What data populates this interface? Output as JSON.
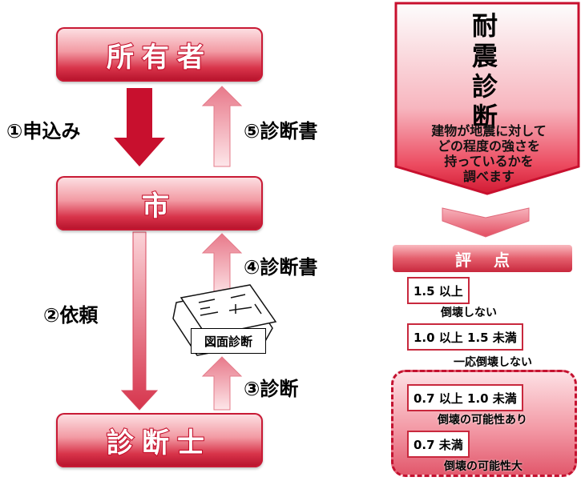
{
  "parties": {
    "owner": "所有者",
    "city": "市",
    "diagnostician": "診断士"
  },
  "steps": {
    "step1": "①申込み",
    "step2": "②依頼",
    "step3": "③診断",
    "step4": "④診断書",
    "step5": "⑤診断書"
  },
  "plan_label": "図面診断",
  "banner": {
    "title_chars": [
      "耐",
      "震",
      "診",
      "断"
    ],
    "subtitle_lines": [
      "建物が地震に対して",
      "どの程度の強さを",
      "持っているかを",
      "調べます"
    ]
  },
  "rating": {
    "header": "評点",
    "levels": [
      {
        "score": "1.5 以上",
        "description": "倒壊しない"
      },
      {
        "score": "1.0 以上 1.5 未満",
        "description": "一応倒壊しない"
      },
      {
        "score": "0.7 以上 1.0 未満",
        "description": "倒壊の可能性あり"
      },
      {
        "score": "0.7 未満",
        "description": "倒壊の可能性大"
      }
    ]
  },
  "colors": {
    "accent_red": "#c8102e",
    "light_pink": "#f7c4ca"
  }
}
